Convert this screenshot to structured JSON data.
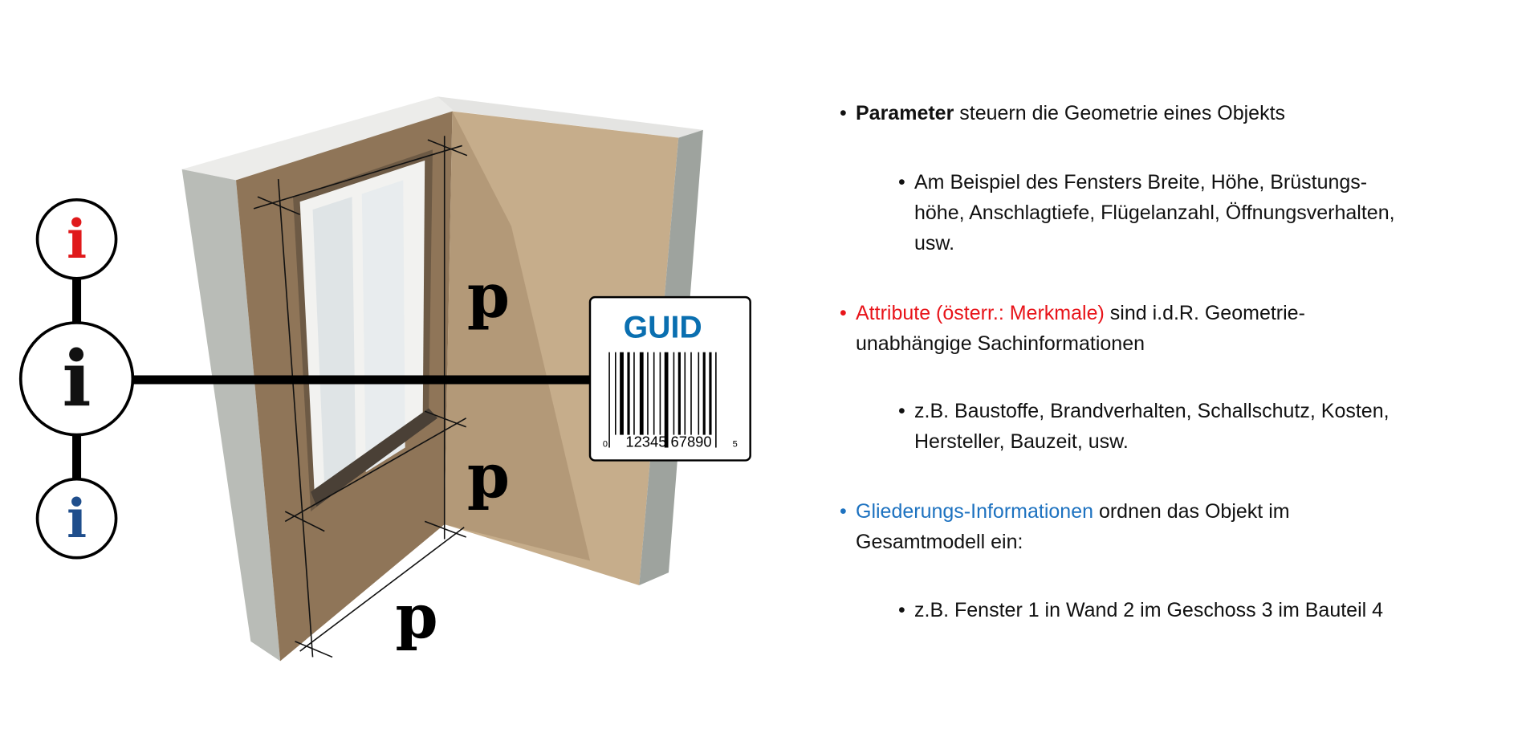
{
  "diagram": {
    "info_icons": [
      {
        "label": "i",
        "color": "#e0191b"
      },
      {
        "label": "i",
        "color": "#111111"
      },
      {
        "label": "i",
        "color": "#1f4e8c"
      }
    ],
    "dimension_labels": [
      "p",
      "p",
      "p"
    ],
    "guid_tag": {
      "title": "GUID",
      "title_color": "#0a6fb0",
      "barcode_left_digit": "0",
      "barcode_digits": "12345 67890",
      "barcode_right_digit": "5"
    }
  },
  "bullets": {
    "parameter": {
      "bold": "Parameter",
      "rest": " steuern die Geometrie eines Objekts"
    },
    "parameter_sub": [
      "Am Beispiel des Fensters Breite, Höhe, Brüstungs-",
      "höhe, Anschlagtiefe, Flügelanzahl, Öffnungsverhalten,",
      "usw."
    ],
    "attribute": {
      "colored": "Attribute (österr.: Merkmale)",
      "rest": " sind i.d.R. Geometrie-",
      "line2": "unabhängige Sachinformationen",
      "color": "#e8141a"
    },
    "attribute_sub": [
      "z.B. Baustoffe, Brandverhalten, Schallschutz, Kosten,",
      "Hersteller, Bauzeit, usw."
    ],
    "gliederung": {
      "colored": "Gliederungs-Informationen",
      "rest": " ordnen das Objekt im",
      "line2": "Gesamtmodell ein:",
      "color": "#1d72c0"
    },
    "gliederung_sub": [
      "z.B. Fenster 1 in Wand 2 im Geschoss 3  im Bauteil 4"
    ]
  }
}
